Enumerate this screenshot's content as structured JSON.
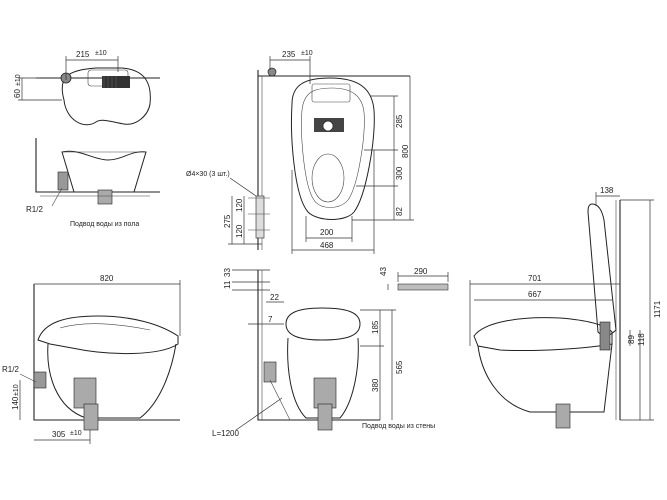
{
  "views": {
    "top_left": {
      "dim_width": "215",
      "dim_width_tol": "±10",
      "dim_height": "60",
      "dim_height_tol": "±10"
    },
    "front_left": {
      "thread_label": "R1/2",
      "caption": "Подвод воды из пола"
    },
    "top_center": {
      "dim_width_top": "235",
      "dim_width_top_tol": "±10",
      "dim_285": "285",
      "dim_800": "800",
      "dim_300": "300",
      "dim_82": "82",
      "dim_200": "200",
      "dim_468": "468",
      "hole_label": "Ø4×30 (3 шт.)",
      "dim_275": "275",
      "dim_120a": "120",
      "dim_120b": "120"
    },
    "side_left": {
      "dim_820": "820",
      "thread_label": "R1/2",
      "dim_140": "140",
      "dim_140_tol": "±10",
      "dim_305": "305",
      "dim_305_tol": "±10"
    },
    "front_center": {
      "dim_33": "33",
      "dim_11": "11",
      "dim_22": "22",
      "dim_7": "7",
      "dim_185": "185",
      "dim_565": "565",
      "dim_380": "380",
      "hose_label": "L=1200",
      "caption": "Подвод воды из стены"
    },
    "remote": {
      "dim_43": "43",
      "dim_290": "290"
    },
    "side_right": {
      "dim_138": "138",
      "dim_701": "701",
      "dim_667": "667",
      "dim_1171": "1171",
      "dim_89": "89",
      "dim_118": "118"
    }
  }
}
